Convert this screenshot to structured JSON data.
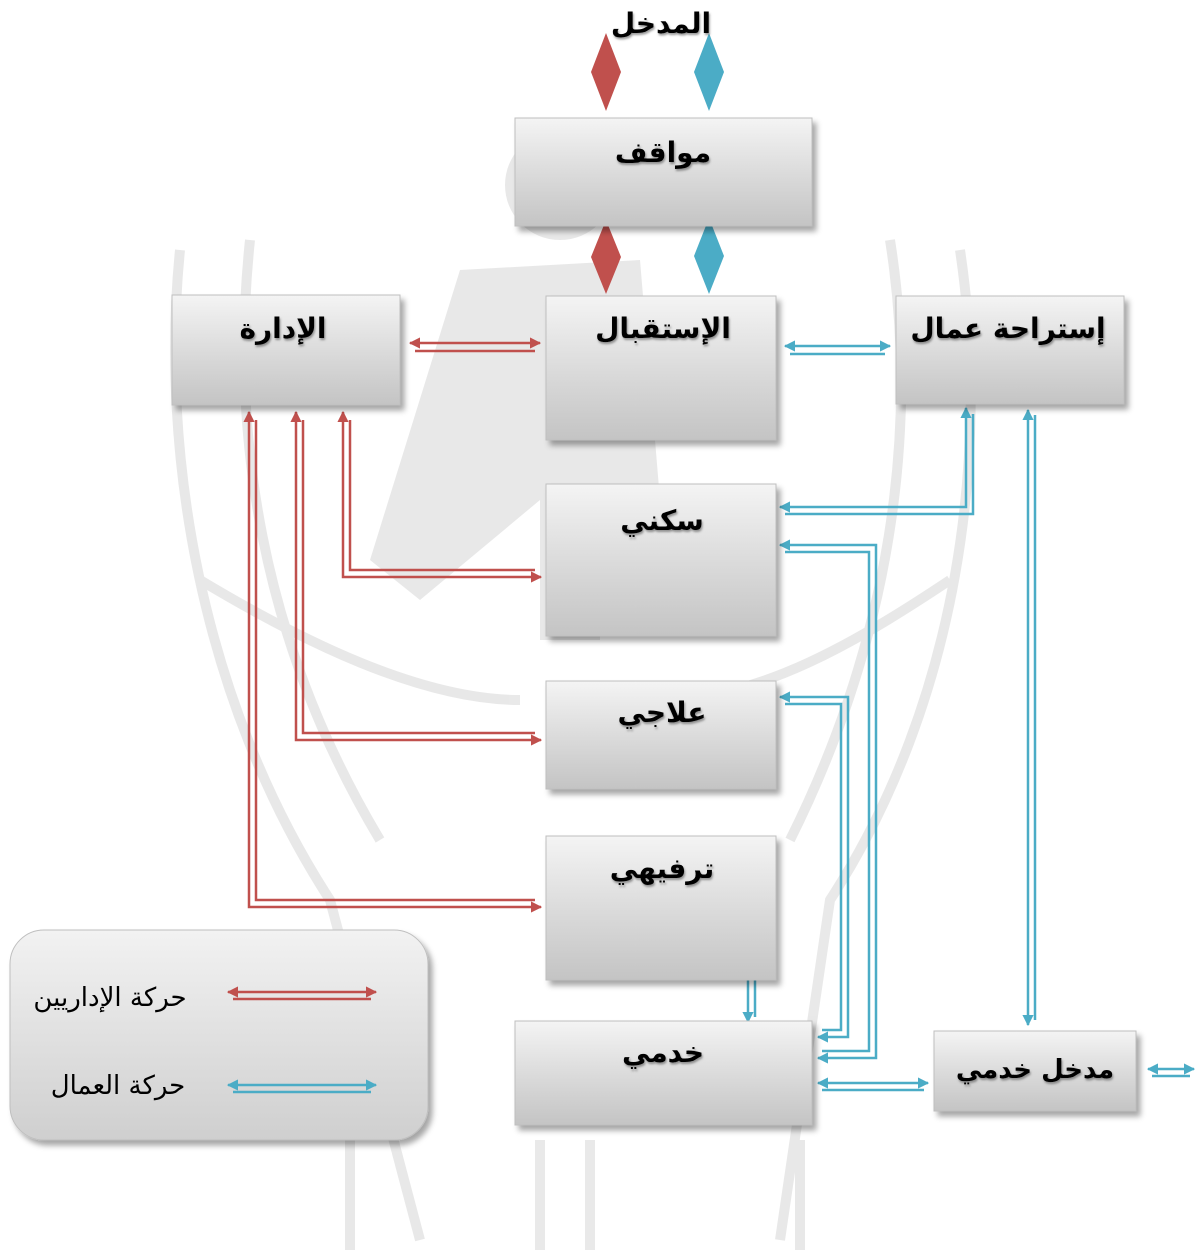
{
  "entrance": {
    "label": "المدخل"
  },
  "boxes": {
    "parking": "مواقف",
    "administration": "الإدارة",
    "reception": "الإستقبال",
    "workers_rest": "إستراحة عمال",
    "residential": "سكني",
    "therapeutic": "علاجي",
    "recreational": "ترفيهي",
    "service": "خدمي",
    "service_entrance": "مدخل خدمي"
  },
  "legend": {
    "admin_movement": "حركة الإداريين",
    "workers_movement": "حركة العمال"
  },
  "colors": {
    "admin_red": "#c0504d",
    "workers_blue": "#4bacc6",
    "box_fill": "#d9d9d9"
  }
}
